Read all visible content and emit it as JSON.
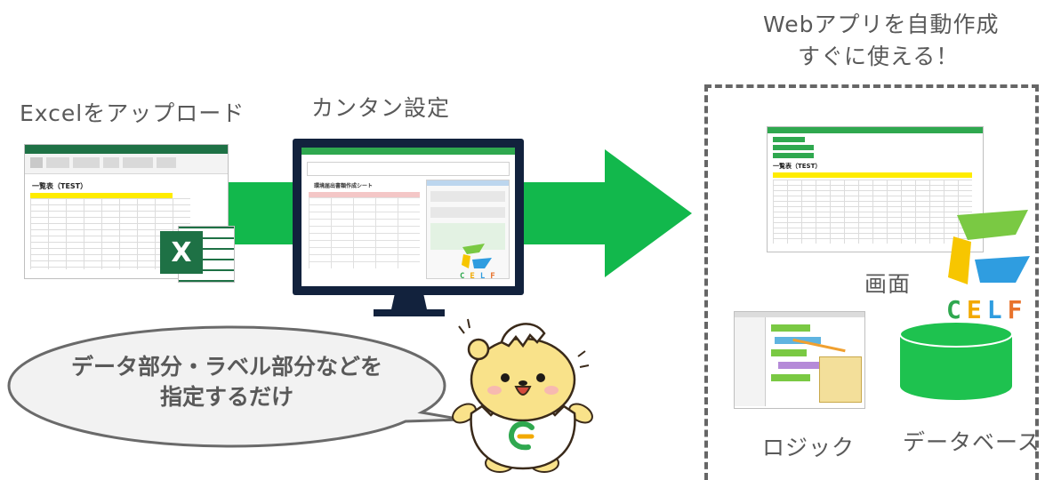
{
  "labels": {
    "excel_upload": "Excelをアップロード",
    "easy_setup": "カンタン設定",
    "auto_create_line1": "Webアプリを自動作成",
    "auto_create_line2": "すぐに使える！",
    "screen": "画面",
    "logic": "ロジック",
    "database": "データベース"
  },
  "speech": {
    "line1": "データ部分・ラベル部分などを",
    "line2": "指定するだけ"
  },
  "excel_window": {
    "sheet_title": "一覧表（TEST）",
    "excel_letter": "X"
  },
  "monitor_screen": {
    "form_title": "環境届出書類作成シート"
  },
  "webapp_screen": {
    "list_title": "一覧表（TEST）"
  },
  "brand": {
    "letters": [
      "C",
      "E",
      "L",
      "F"
    ],
    "letter_colors": [
      "#2fa84f",
      "#f2a900",
      "#2f9de0",
      "#e8732c"
    ]
  },
  "colors": {
    "arrow_green": "#12b84c",
    "excel_green": "#1e7145",
    "db_green": "#1ec24f",
    "monitor_navy": "#12223d",
    "dash_gray": "#666666"
  }
}
